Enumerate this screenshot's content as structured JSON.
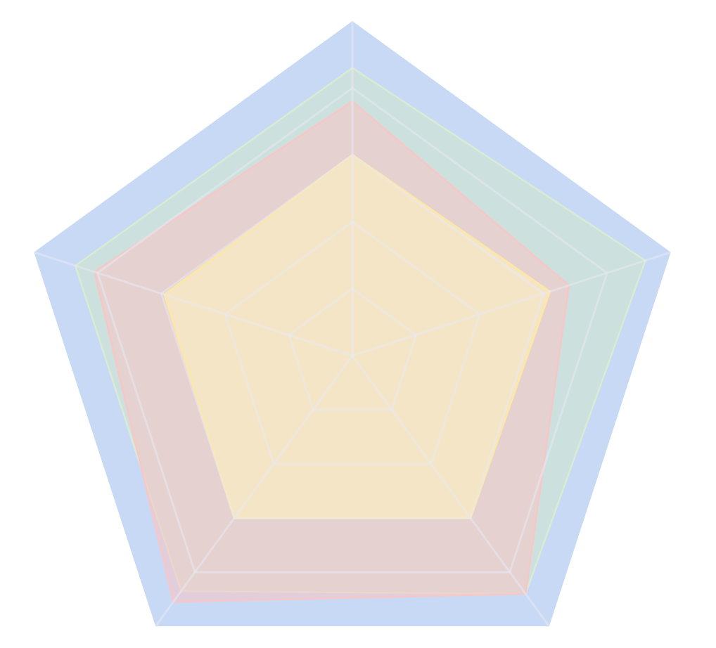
{
  "chart_data": {
    "type": "radar",
    "title": "",
    "axes": [
      "",
      "",
      "",
      "",
      ""
    ],
    "range": [
      0,
      100
    ],
    "grid_levels": [
      20,
      40,
      60,
      80,
      100
    ],
    "grid": true,
    "legend": "none",
    "series": [
      {
        "values": [
          86,
          92,
          88,
          87,
          87
        ],
        "color": "#cfe6c8"
      },
      {
        "values": [
          76,
          68,
          88,
          91,
          81
        ],
        "color": "#f7c4c4"
      },
      {
        "values": [
          60,
          62,
          60,
          60,
          59
        ],
        "color": "#fff1c0"
      }
    ]
  },
  "colors": {
    "background_fill": "#c8d9f5",
    "grid_line": "#e7eaf2",
    "series_stroke_0": "#d9ecd3",
    "series_stroke_1": "#f7c7c7",
    "series_stroke_2": "#fde7a8"
  }
}
